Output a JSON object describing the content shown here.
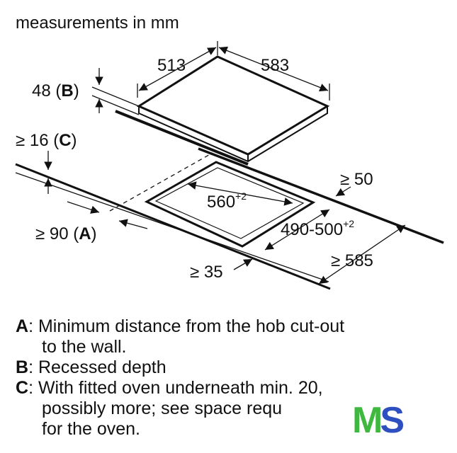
{
  "header": {
    "text": "measurements in mm"
  },
  "dimensions": {
    "hob_depth": "513",
    "hob_width": "583",
    "recessed_depth_value": "48 (",
    "recessed_depth_key": "B",
    "oven_gap_value": "≥ 16 (",
    "oven_gap_key": "C",
    "cutout_width": "560",
    "cutout_width_tol": "+2",
    "cutout_depth": "490-500",
    "cutout_depth_tol": "+2",
    "side_clearance": "≥ 50",
    "wall_distance_value": "≥ 90 (",
    "wall_distance_key": "A",
    "front_clearance": "≥ 35",
    "worktop_depth": "≥ 585",
    "paren_close": ")"
  },
  "legend": {
    "a": {
      "key": "A",
      "text": ": Minimum distance from the hob cut-out",
      "cont": "to the wall."
    },
    "b": {
      "key": "B",
      "text": ": Recessed depth"
    },
    "c": {
      "key": "C",
      "text": ": With fitted oven underneath min. 20,",
      "cont1": "possibly more; see space requ",
      "cont2": "for the oven."
    }
  },
  "logo": {
    "m": "M",
    "s": "S"
  }
}
